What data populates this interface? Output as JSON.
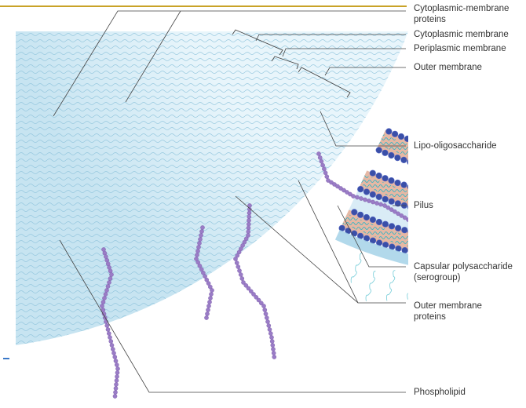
{
  "labels": {
    "cytoplasmic_membrane_proteins_line1": "Cytoplasmic-membrane",
    "cytoplasmic_membrane_proteins_line2": "proteins",
    "cytoplasmic_membrane": "Cytoplasmic membrane",
    "periplasmic_membrane": "Periplasmic membrane",
    "outer_membrane": "Outer membrane",
    "lipo_oligosaccharide": "Lipo-oligosaccharide",
    "pilus": "Pilus",
    "capsular_polysaccharide_line1": "Capsular polysaccharide",
    "capsular_polysaccharide_line2": "(serogroup)",
    "outer_membrane_proteins_line1": "Outer membrane",
    "outer_membrane_proteins_line2": "proteins",
    "phospholipid": "Phospholipid"
  },
  "colors": {
    "headgroup": "#3a4fa8",
    "lipid_tail": "#e6b8a4",
    "periplasm": "#d9ecf6",
    "capsule": "#cfe8f2",
    "cm_protein": "#9fc8a3",
    "lipo_oligosaccharide": "#2f3f96",
    "pilus": "#9a7cc6",
    "porin": "#f2c8a8",
    "omp_rod": "#e0a49a",
    "leader_line": "#444444",
    "accent_rule": "#c9a227"
  }
}
